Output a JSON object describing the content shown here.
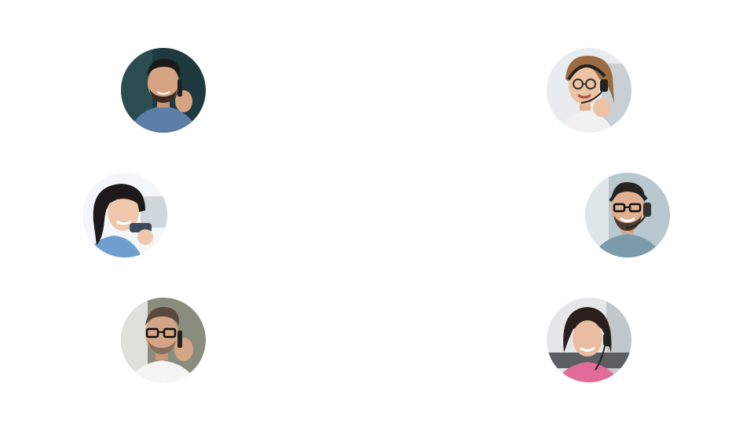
{
  "people": [
    {
      "id": "a1",
      "icon": "man-on-phone-icon"
    },
    {
      "id": "a2",
      "icon": "woman-with-headset-glasses-icon"
    },
    {
      "id": "a3",
      "icon": "woman-on-phone-icon"
    },
    {
      "id": "a4",
      "icon": "man-with-headset-glasses-icon"
    },
    {
      "id": "a5",
      "icon": "man-glasses-on-phone-icon"
    },
    {
      "id": "a6",
      "icon": "woman-with-headset-icon"
    }
  ]
}
